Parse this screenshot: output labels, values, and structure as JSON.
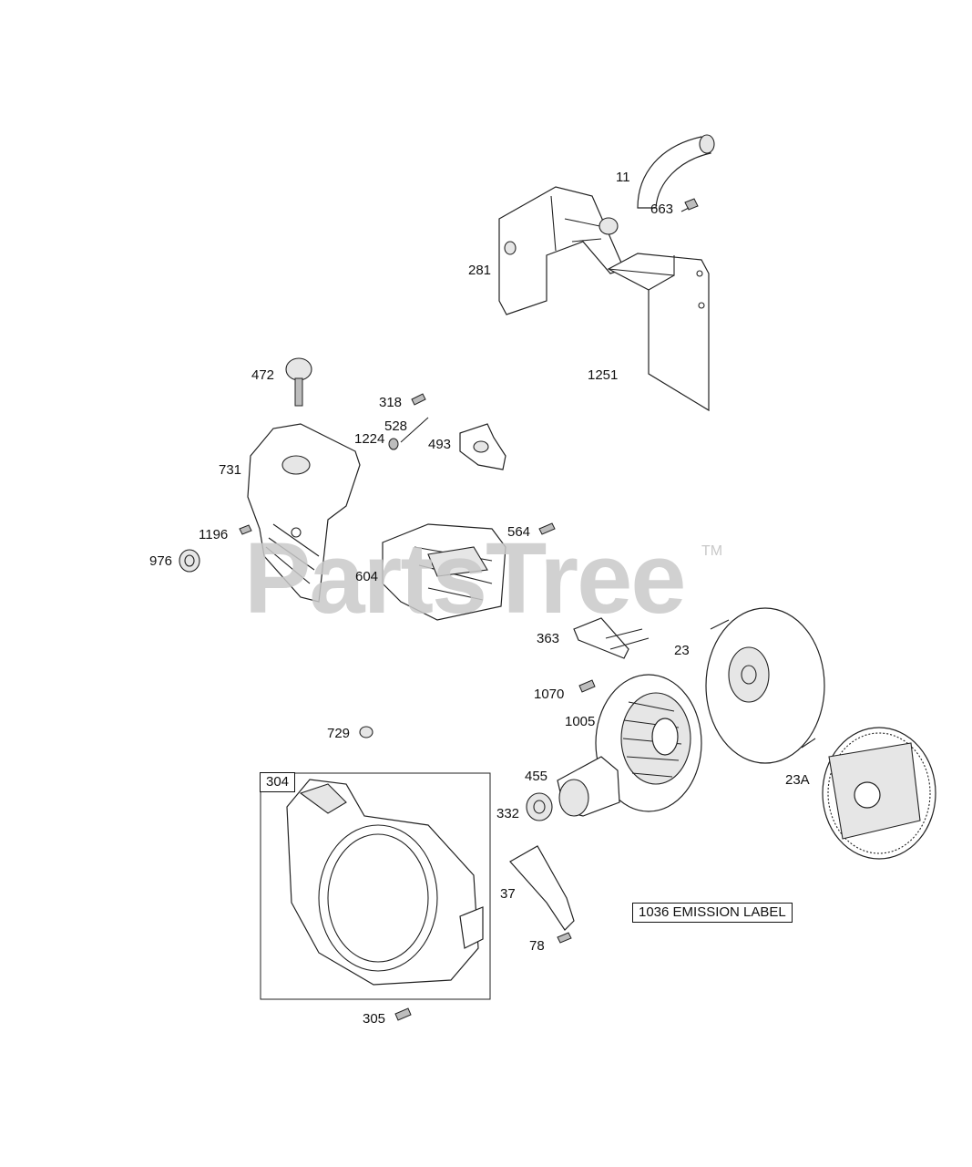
{
  "watermark": {
    "text": "PartsTree",
    "tm": "TM"
  },
  "callouts": [
    {
      "id": "11",
      "text": "11"
    },
    {
      "id": "663",
      "text": "663"
    },
    {
      "id": "281",
      "text": "281"
    },
    {
      "id": "1251",
      "text": "1251"
    },
    {
      "id": "472",
      "text": "472"
    },
    {
      "id": "318",
      "text": "318"
    },
    {
      "id": "528",
      "text": "528"
    },
    {
      "id": "1224",
      "text": "1224"
    },
    {
      "id": "493",
      "text": "493"
    },
    {
      "id": "731",
      "text": "731"
    },
    {
      "id": "1196",
      "text": "1196"
    },
    {
      "id": "976",
      "text": "976"
    },
    {
      "id": "564",
      "text": "564"
    },
    {
      "id": "604",
      "text": "604"
    },
    {
      "id": "363",
      "text": "363"
    },
    {
      "id": "23",
      "text": "23"
    },
    {
      "id": "1070",
      "text": "1070"
    },
    {
      "id": "1005",
      "text": "1005"
    },
    {
      "id": "729",
      "text": "729"
    },
    {
      "id": "455",
      "text": "455"
    },
    {
      "id": "23A",
      "text": "23A"
    },
    {
      "id": "332",
      "text": "332"
    },
    {
      "id": "37",
      "text": "37"
    },
    {
      "id": "78",
      "text": "78"
    },
    {
      "id": "305",
      "text": "305"
    }
  ],
  "boxed_labels": {
    "kit_304": "304",
    "emission": "1036 EMISSION LABEL"
  }
}
